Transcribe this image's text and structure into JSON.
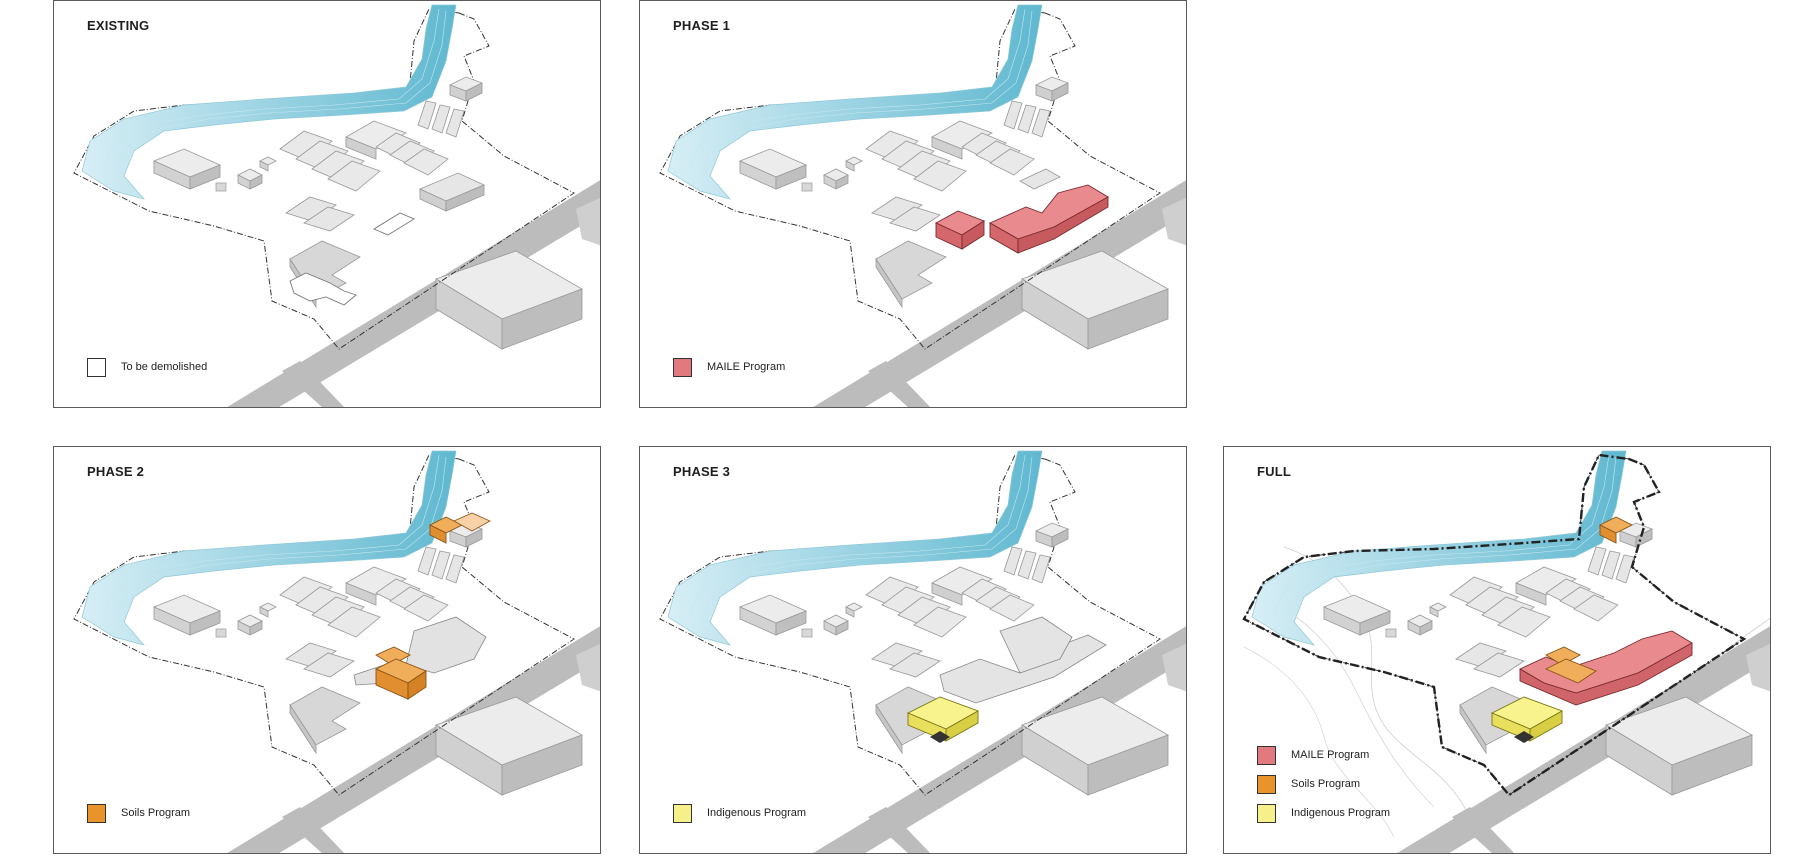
{
  "panels": [
    {
      "id": "existing",
      "title": "EXISTING",
      "legend": [
        {
          "label": "To be demolished",
          "color": "#ffffff"
        }
      ]
    },
    {
      "id": "phase1",
      "title": "PHASE 1",
      "legend": [
        {
          "label": "MAILE Program",
          "color": "#e07a7e"
        }
      ]
    },
    {
      "id": "phase2",
      "title": "PHASE 2",
      "legend": [
        {
          "label": "Soils Program",
          "color": "#e8942a"
        }
      ]
    },
    {
      "id": "phase3",
      "title": "PHASE 3",
      "legend": [
        {
          "label": "Indigenous Program",
          "color": "#f6f08a"
        }
      ]
    },
    {
      "id": "full",
      "title": "FULL",
      "legend": [
        {
          "label": "MAILE Program",
          "color": "#e07a7e"
        },
        {
          "label": "Soils Program",
          "color": "#e8942a"
        },
        {
          "label": "Indigenous Program",
          "color": "#f6f08a"
        }
      ]
    }
  ],
  "colors": {
    "river": "#7fc6d9",
    "building": "#dedede",
    "road": "#b9b9b9",
    "maile": "#e07a7e",
    "soils": "#e8942a",
    "indigenous": "#f6f08a"
  }
}
